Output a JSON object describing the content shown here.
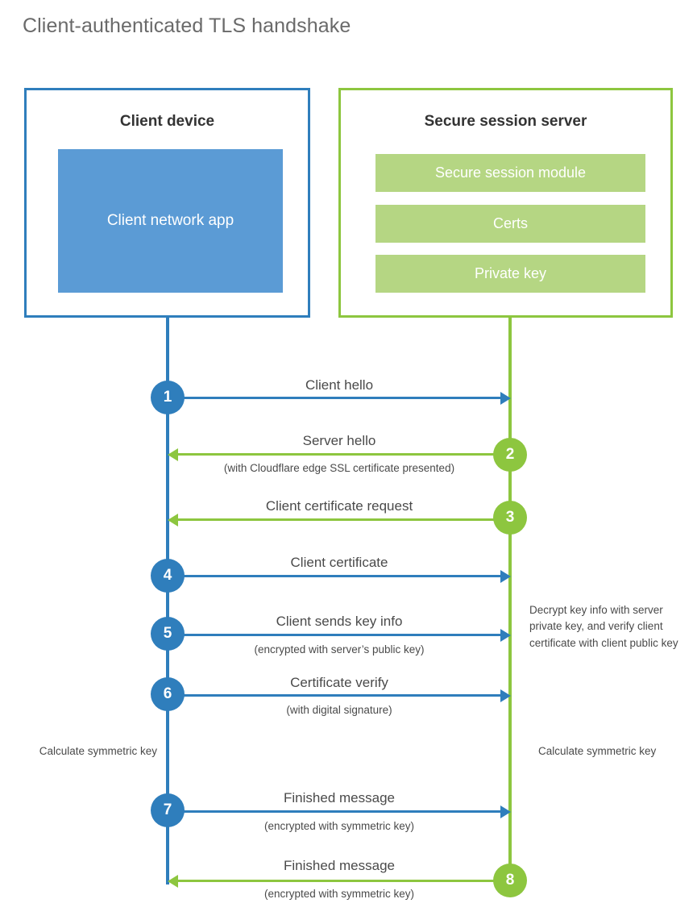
{
  "title": "Client-authenticated TLS handshake",
  "colors": {
    "blue": "#2f7ebc",
    "blue_fill": "#5b9bd5",
    "green": "#8dc63f",
    "green_fill": "#b5d683",
    "text": "#4a4a4a",
    "title_text": "#6a6a6a",
    "background": "#ffffff"
  },
  "client": {
    "title": "Client device",
    "app_label": "Client network app"
  },
  "server": {
    "title": "Secure session server",
    "bars": [
      {
        "label": "Secure session module"
      },
      {
        "label": "Certs"
      },
      {
        "label": "Private key"
      }
    ]
  },
  "steps": [
    {
      "number": "1",
      "label": "Client hello",
      "sublabel": "",
      "direction": "client-to-server",
      "color": "blue"
    },
    {
      "number": "2",
      "label": "Server hello",
      "sublabel": "(with Cloudflare edge SSL certificate presented)",
      "direction": "server-to-client",
      "color": "green"
    },
    {
      "number": "3",
      "label": "Client certificate request",
      "sublabel": "",
      "direction": "server-to-client",
      "color": "green"
    },
    {
      "number": "4",
      "label": "Client certificate",
      "sublabel": "",
      "direction": "client-to-server",
      "color": "blue"
    },
    {
      "number": "5",
      "label": "Client sends key info",
      "sublabel": "(encrypted with server’s public key)",
      "direction": "client-to-server",
      "color": "blue"
    },
    {
      "number": "6",
      "label": "Certificate verify",
      "sublabel": "(with digital signature)",
      "direction": "client-to-server",
      "color": "blue"
    },
    {
      "number": "7",
      "label": "Finished message",
      "sublabel": "(encrypted with symmetric key)",
      "direction": "client-to-server",
      "color": "blue"
    },
    {
      "number": "8",
      "label": "Finished message",
      "sublabel": "(encrypted with symmetric key)",
      "direction": "server-to-client",
      "color": "green"
    }
  ],
  "annotations": {
    "decrypt_note": "Decrypt key info with server private key, and verify client certificate with client public key",
    "calculate_client": "Calculate symmetric key",
    "calculate_server": "Calculate symmetric key"
  }
}
